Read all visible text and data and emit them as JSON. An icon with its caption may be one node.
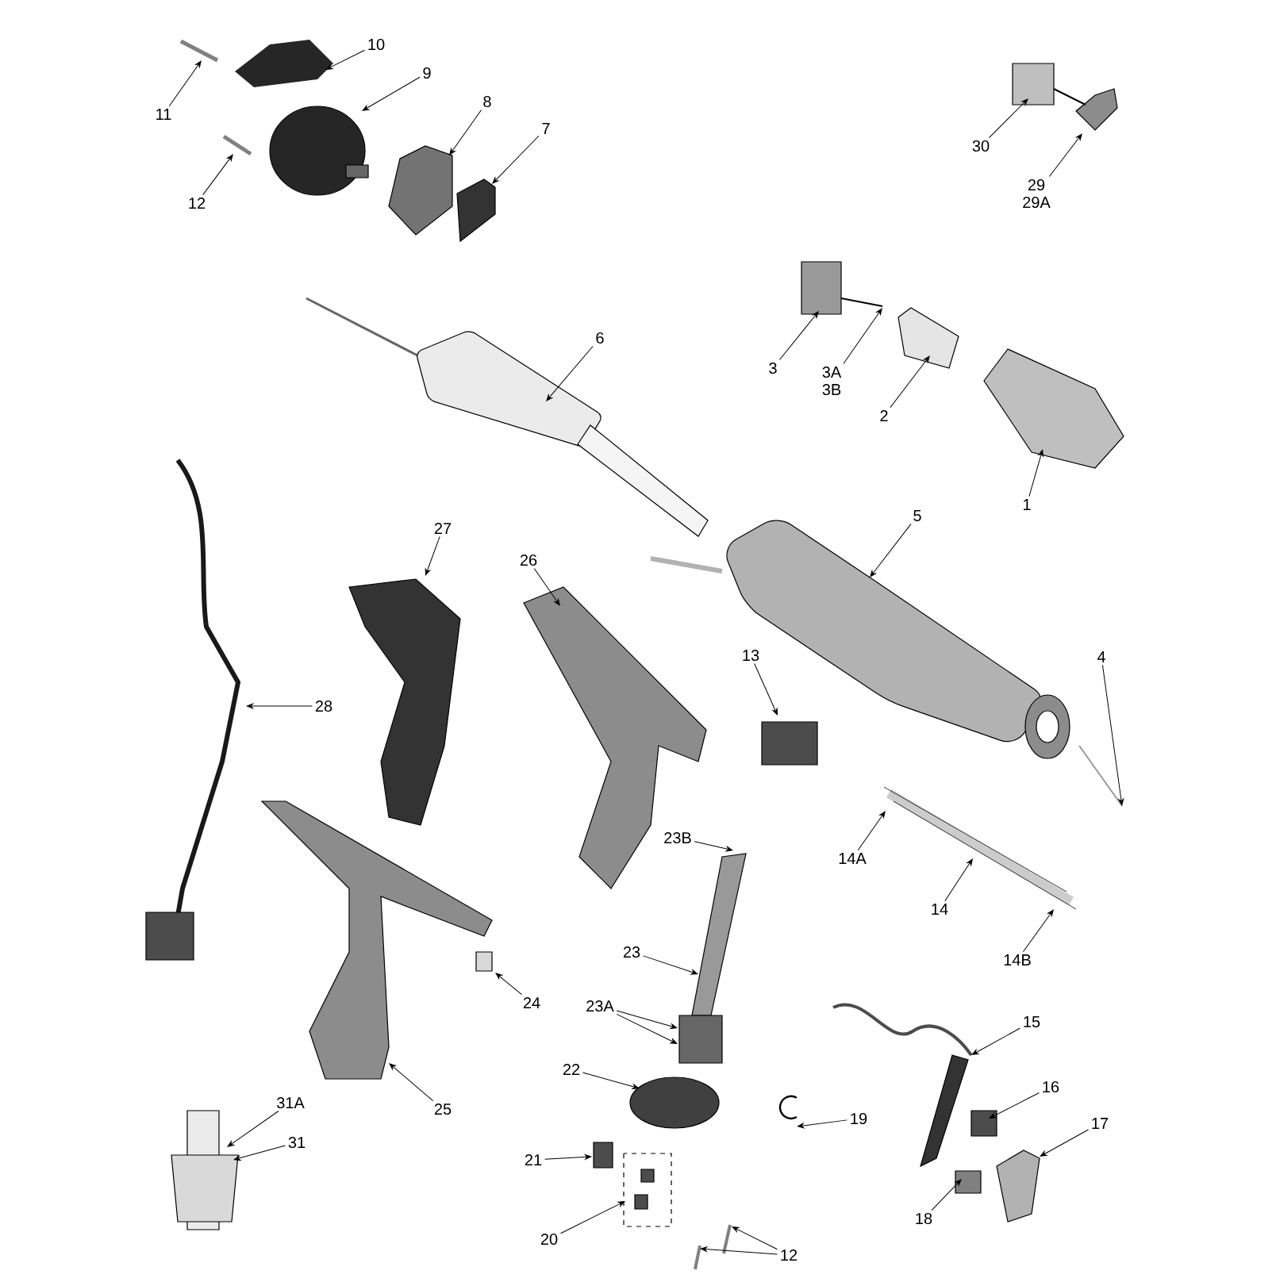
{
  "diagram": {
    "nodes": [
      {
        "text": [
          "10"
        ]
      },
      {
        "text": [
          "9"
        ]
      },
      {
        "text": [
          "11"
        ]
      },
      {
        "text": [
          "8"
        ]
      },
      {
        "text": [
          "7"
        ]
      },
      {
        "text": [
          "12"
        ]
      },
      {
        "text": [
          "30"
        ]
      },
      {
        "text": [
          "29",
          "29A"
        ]
      },
      {
        "text": [
          "3"
        ]
      },
      {
        "text": [
          "3A",
          "3B"
        ]
      },
      {
        "text": [
          "2"
        ]
      },
      {
        "text": [
          "6"
        ]
      },
      {
        "text": [
          "1"
        ]
      },
      {
        "text": [
          "5"
        ]
      },
      {
        "text": [
          "27"
        ]
      },
      {
        "text": [
          "26"
        ]
      },
      {
        "text": [
          "4"
        ]
      },
      {
        "text": [
          "13"
        ]
      },
      {
        "text": [
          "28"
        ]
      },
      {
        "text": [
          "23B"
        ]
      },
      {
        "text": [
          "14A"
        ]
      },
      {
        "text": [
          "14"
        ]
      },
      {
        "text": [
          "14B"
        ]
      },
      {
        "text": [
          "23"
        ]
      },
      {
        "text": [
          "24"
        ]
      },
      {
        "text": [
          "23A"
        ]
      },
      {
        "text": [
          "15"
        ]
      },
      {
        "text": [
          "22"
        ]
      },
      {
        "text": [
          "19"
        ]
      },
      {
        "text": [
          "16"
        ]
      },
      {
        "text": [
          "17"
        ]
      },
      {
        "text": [
          "25"
        ]
      },
      {
        "text": [
          "31A"
        ]
      },
      {
        "text": [
          "31"
        ]
      },
      {
        "text": [
          "21"
        ]
      },
      {
        "text": [
          "18"
        ]
      },
      {
        "text": [
          "20"
        ]
      },
      {
        "text": [
          "12"
        ]
      }
    ],
    "edges": [
      {
        "from": 0,
        "to": null,
        "arrow": "to"
      },
      {
        "from": 1,
        "to": null,
        "arrow": "to"
      },
      {
        "from": 2,
        "to": null,
        "arrow": "to"
      },
      {
        "from": 3,
        "to": null,
        "arrow": "to"
      },
      {
        "from": 4,
        "to": null,
        "arrow": "to"
      },
      {
        "from": 5,
        "to": null,
        "arrow": "to"
      },
      {
        "from": 6,
        "to": null,
        "arrow": "to"
      },
      {
        "from": 7,
        "to": null,
        "arrow": "to"
      },
      {
        "from": 8,
        "to": null,
        "arrow": "to"
      },
      {
        "from": 9,
        "to": null,
        "arrow": "to"
      },
      {
        "from": 10,
        "to": null,
        "arrow": "to"
      },
      {
        "from": 11,
        "to": null,
        "arrow": "to"
      },
      {
        "from": 12,
        "to": null,
        "arrow": "to"
      },
      {
        "from": 13,
        "to": null,
        "arrow": "to"
      },
      {
        "from": 14,
        "to": null,
        "arrow": "to"
      },
      {
        "from": 15,
        "to": null,
        "arrow": "to"
      },
      {
        "from": 16,
        "to": null,
        "arrow": "to"
      },
      {
        "from": 17,
        "to": null,
        "arrow": "to"
      },
      {
        "from": 18,
        "to": null,
        "arrow": "to"
      },
      {
        "from": 19,
        "to": null,
        "arrow": "to"
      },
      {
        "from": 20,
        "to": null,
        "arrow": "to"
      },
      {
        "from": 21,
        "to": null,
        "arrow": "to"
      },
      {
        "from": 22,
        "to": null,
        "arrow": "to"
      },
      {
        "from": 23,
        "to": null,
        "arrow": "to"
      },
      {
        "from": 24,
        "to": null,
        "arrow": "to"
      },
      {
        "from": 25,
        "to": null,
        "arrow": "to"
      },
      {
        "from": 25,
        "to": null,
        "arrow": "to"
      },
      {
        "from": 26,
        "to": null,
        "arrow": "to"
      },
      {
        "from": 27,
        "to": null,
        "arrow": "to"
      },
      {
        "from": 28,
        "to": null,
        "arrow": "to"
      },
      {
        "from": 29,
        "to": null,
        "arrow": "to"
      },
      {
        "from": 30,
        "to": null,
        "arrow": "to"
      },
      {
        "from": 31,
        "to": null,
        "arrow": "to"
      },
      {
        "from": 32,
        "to": null,
        "arrow": "to"
      },
      {
        "from": 33,
        "to": null,
        "arrow": "to"
      },
      {
        "from": 34,
        "to": null,
        "arrow": "to"
      },
      {
        "from": 35,
        "to": null,
        "arrow": "to"
      },
      {
        "from": 36,
        "to": null,
        "arrow": "to"
      },
      {
        "from": 37,
        "to": null,
        "arrow": "to"
      },
      {
        "from": 37,
        "to": null,
        "arrow": "to"
      }
    ]
  }
}
